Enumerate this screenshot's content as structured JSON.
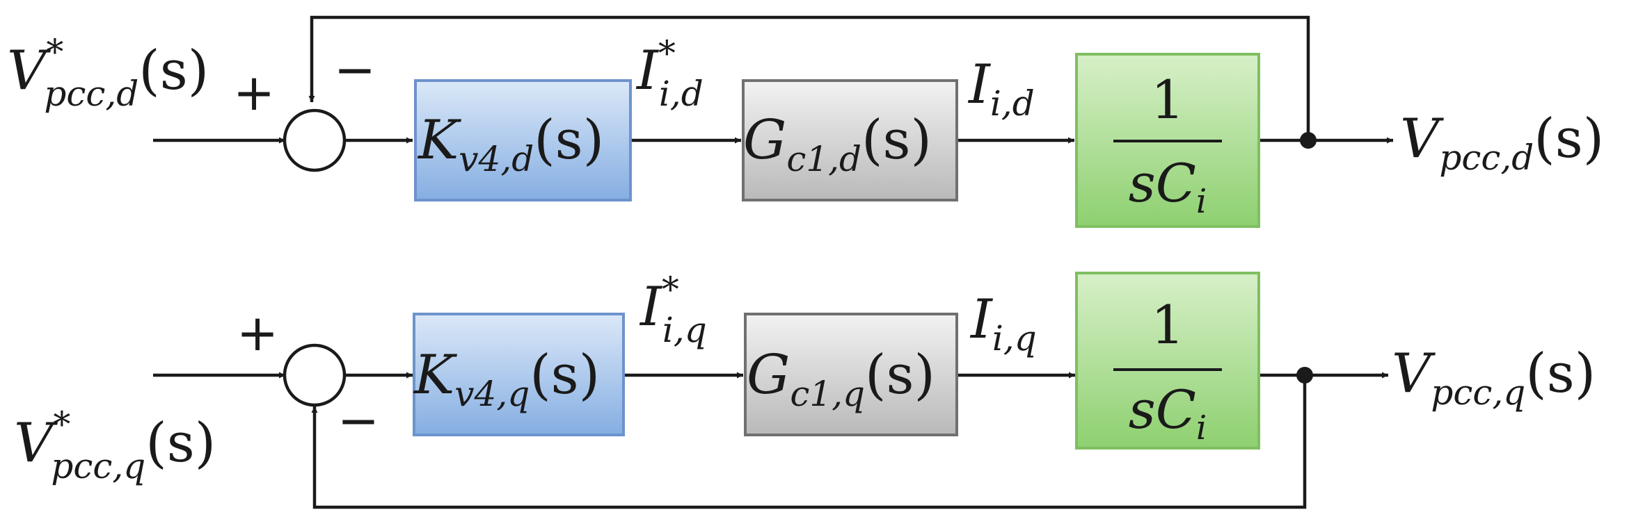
{
  "colors": {
    "controller_fill_top": "#dbe8f8",
    "controller_fill_bottom": "#85aee2",
    "controller_border": "#6d93cc",
    "plant_fill_top": "#f2f2f2",
    "plant_fill_bottom": "#b9b9b9",
    "plant_border": "#707070",
    "integrator_fill_top": "#d7f0c8",
    "integrator_fill_bottom": "#8ed070",
    "integrator_border": "#7fbf60",
    "line": "#1a1a1a"
  },
  "d_axis": {
    "ref": {
      "base": "V",
      "sup": "*",
      "sub": "pcc,d",
      "arg": "(s)"
    },
    "plus": "+",
    "minus": "−",
    "controller": {
      "base": "K",
      "sub": "v4,d",
      "arg": "(s)"
    },
    "current_ref": {
      "base": "I",
      "sup": "*",
      "sub": "i,d"
    },
    "current_loop": {
      "base": "G",
      "sub": "c1,d",
      "arg": "(s)"
    },
    "current": {
      "base": "I",
      "sub": "i,d"
    },
    "integrator": {
      "num": "1",
      "den_s": "s",
      "den_base": "C",
      "den_sub": "i"
    },
    "output": {
      "base": "V",
      "sub": "pcc,d",
      "arg": "(s)"
    }
  },
  "q_axis": {
    "ref": {
      "base": "V",
      "sup": "*",
      "sub": "pcc,q",
      "arg": "(s)"
    },
    "plus": "+",
    "minus": "−",
    "controller": {
      "base": "K",
      "sub": "v4,q",
      "arg": "(s)"
    },
    "current_ref": {
      "base": "I",
      "sup": "*",
      "sub": "i,q"
    },
    "current_loop": {
      "base": "G",
      "sub": "c1,q",
      "arg": "(s)"
    },
    "current": {
      "base": "I",
      "sub": "i,q"
    },
    "integrator": {
      "num": "1",
      "den_s": "s",
      "den_base": "C",
      "den_sub": "i"
    },
    "output": {
      "base": "V",
      "sub": "pcc,q",
      "arg": "(s)"
    }
  }
}
